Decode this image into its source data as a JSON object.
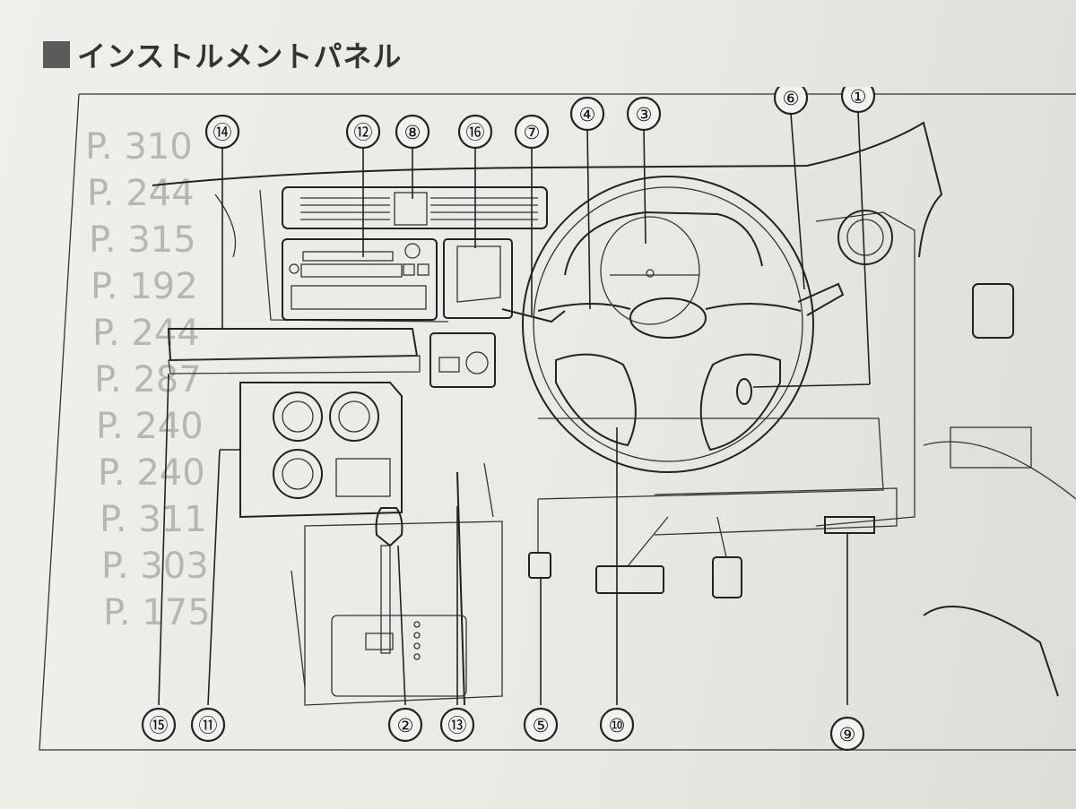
{
  "page": {
    "heading": "インストルメントパネル"
  },
  "callouts": [
    {
      "id": "c1",
      "label": "①"
    },
    {
      "id": "c2",
      "label": "②"
    },
    {
      "id": "c3",
      "label": "③"
    },
    {
      "id": "c4",
      "label": "④"
    },
    {
      "id": "c5",
      "label": "⑤"
    },
    {
      "id": "c6",
      "label": "⑥"
    },
    {
      "id": "c7",
      "label": "⑦"
    },
    {
      "id": "c8",
      "label": "⑧"
    },
    {
      "id": "c9",
      "label": "⑨"
    },
    {
      "id": "c10",
      "label": "⑩"
    },
    {
      "id": "c11",
      "label": "⑪"
    },
    {
      "id": "c12",
      "label": "⑫"
    },
    {
      "id": "c13",
      "label": "⑬"
    },
    {
      "id": "c14",
      "label": "⑭"
    },
    {
      "id": "c15",
      "label": "⑮"
    },
    {
      "id": "c16",
      "label": "⑯"
    }
  ],
  "bleed_through": {
    "page_refs": [
      "P. 310",
      "P. 244",
      "P. 315",
      "P. 192",
      "P. 244",
      "P. 287",
      "P. 240",
      "P. 240",
      "P. 311",
      "P. 303",
      "P. 175"
    ]
  },
  "colors": {
    "paper": "#efede8",
    "ink": "#222222",
    "ghost": "#b9b6b0"
  }
}
